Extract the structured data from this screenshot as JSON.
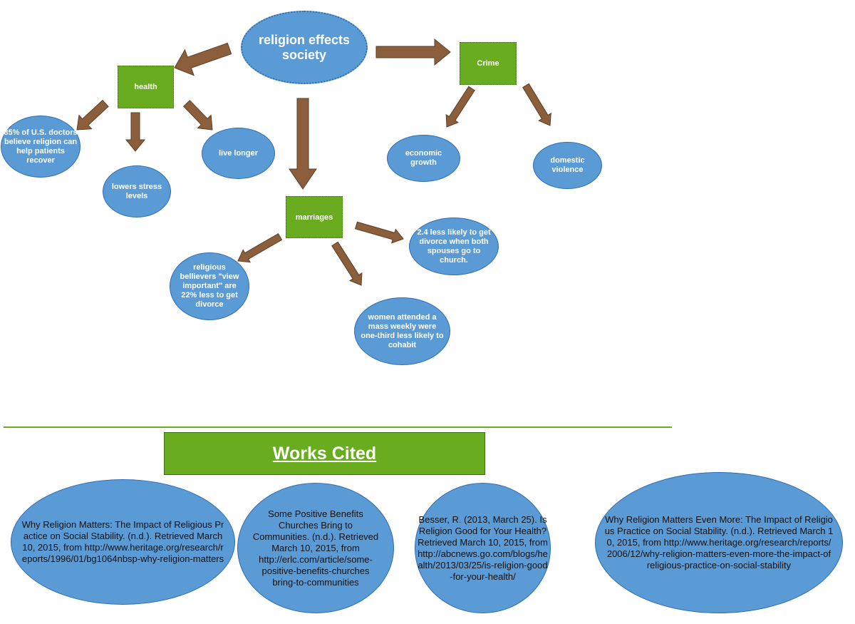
{
  "root": "religion effects society",
  "categories": {
    "health": "health",
    "crime": "Crime",
    "marriages": "marriages"
  },
  "health_items": [
    "85% of U.S. doctors believe religion can help patients recover",
    "lowers stress levels",
    "live longer"
  ],
  "crime_items": [
    "economic growth",
    "domestic violence"
  ],
  "marriage_items": [
    "religious bellievers \"view important\" are 22% less to get divorce",
    "2.4 less likely to get divorce when both spouses go to church.",
    "women attended  a mass weekly were one-third less likely to cohabit"
  ],
  "works_cited": {
    "title": "Works Cited",
    "entries": [
      "Why Religion Matters: The Impact of Religious Practice on Social Stability. (n.d.). Retrieved March 10, 2015, from http://www.heritage.org/research/reports/1996/01/bg1064nbsp-why-religion-matters",
      "Some Positive Benefits Churches Bring to Communities. (n.d.). Retrieved March 10, 2015, from http://erlc.com/article/some-positive-benefits-churches bring-to-communities",
      "Besser, R. (2013, March 25). Is Religion Good for Your Health? Retrieved March 10, 2015, from http://abcnews.go.com/blogs/health/2013/03/25/is-religion-good-for-your-health/",
      "Why Religion Matters Even More: The Impact of Religious Practice on Social Stability. (n.d.). Retrieved March 10, 2015, from http://www.heritage.org/research/reports/2006/12/why-religion-matters-even-more-the-impact-of religious-practice-on-social-stability"
    ]
  },
  "colors": {
    "node_blue": "#5b9bd5",
    "category_green": "#6aac1f",
    "arrow_brown": "#8b5e3c"
  }
}
